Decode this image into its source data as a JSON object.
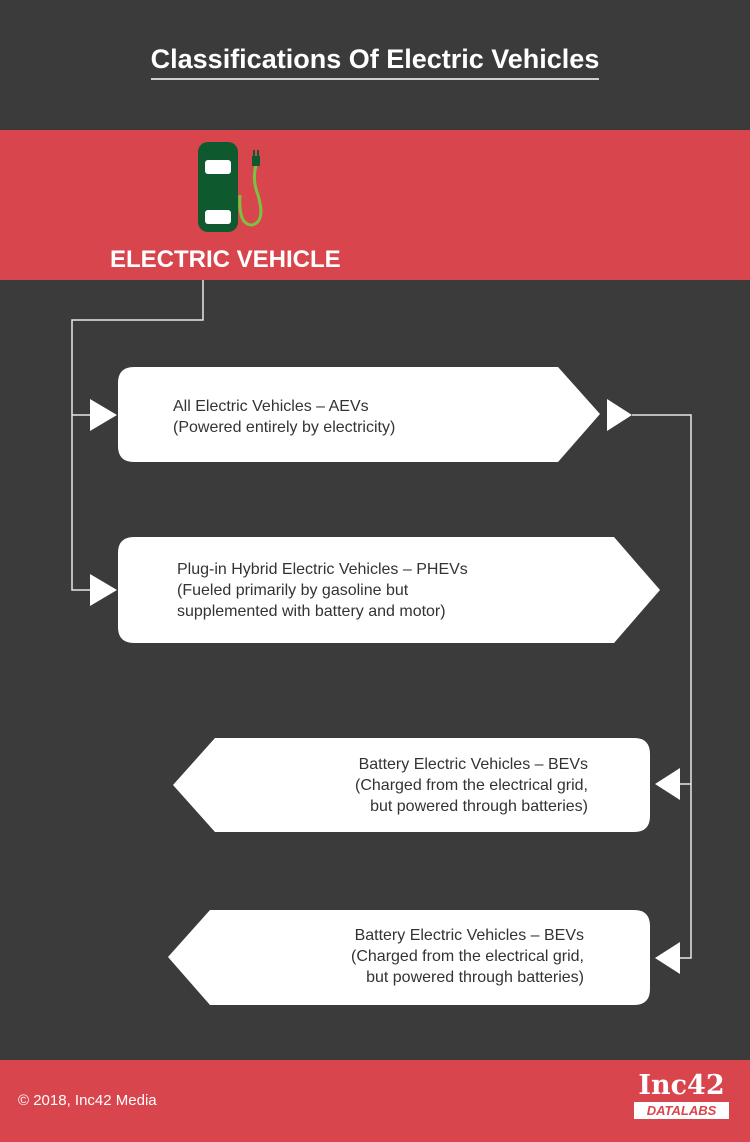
{
  "title": "Classifications Of Electric Vehicles",
  "header": {
    "label": "ELECTRIC VEHICLE",
    "icon": "electric-car-charging-icon"
  },
  "boxes": [
    {
      "line1": "All Electric Vehicles – AEVs",
      "line2": "(Powered entirely by electricity)"
    },
    {
      "line1": "Plug-in Hybrid Electric Vehicles – PHEVs",
      "line2": "(Fueled primarily by gasoline but",
      "line3": "supplemented with battery and motor)"
    },
    {
      "line1": "Battery Electric Vehicles – BEVs",
      "line2": "(Charged from the electrical grid,",
      "line3": "but powered through batteries)"
    },
    {
      "line1": "Battery Electric Vehicles – BEVs",
      "line2": "(Charged from the electrical grid,",
      "line3": "but powered through batteries)"
    }
  ],
  "footer": {
    "copyright": "©  2018, Inc42 Media",
    "logo_main": "Inc42",
    "logo_sub": "DATALABS"
  },
  "colors": {
    "background": "#3b3b3b",
    "accent": "#d9454d",
    "car": "#0e5a2e",
    "cable": "#7cc242"
  }
}
